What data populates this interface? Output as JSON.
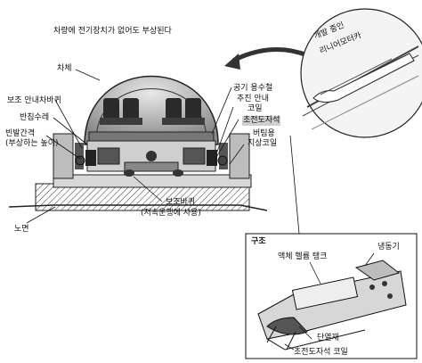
{
  "caption": "차량에 전기장치가 없어도 부상된다",
  "labels": {
    "body": "차체",
    "aux_guide_wheel": "보조 안내차바퀴",
    "reaction_plate": "반침수레",
    "levitation_gap_line1": "빈발간격",
    "levitation_gap_line2": "(부상하는 높이)",
    "road_surface": "노면",
    "aux_wheel_line1": "보조바퀴",
    "aux_wheel_line2": "(저속운행에 사용)",
    "air_spring": "공기 용수철",
    "propulsion_coil_line1": "추진 안내",
    "propulsion_coil_line2": "코일",
    "superconducting_magnet": "초전도자석",
    "support_coil_line1": "버팀용",
    "support_coil_line2": "지상코일"
  },
  "inset_train": {
    "line1": "개발 중인",
    "line2": "리니어모터카"
  },
  "structure_panel": {
    "title": "구조",
    "refrigerator": "냉동기",
    "liquid_helium_tank": "액체 헬륨 탱크",
    "insulation": "단열재",
    "sc_magnet_coil": "초전도자석 코일"
  }
}
